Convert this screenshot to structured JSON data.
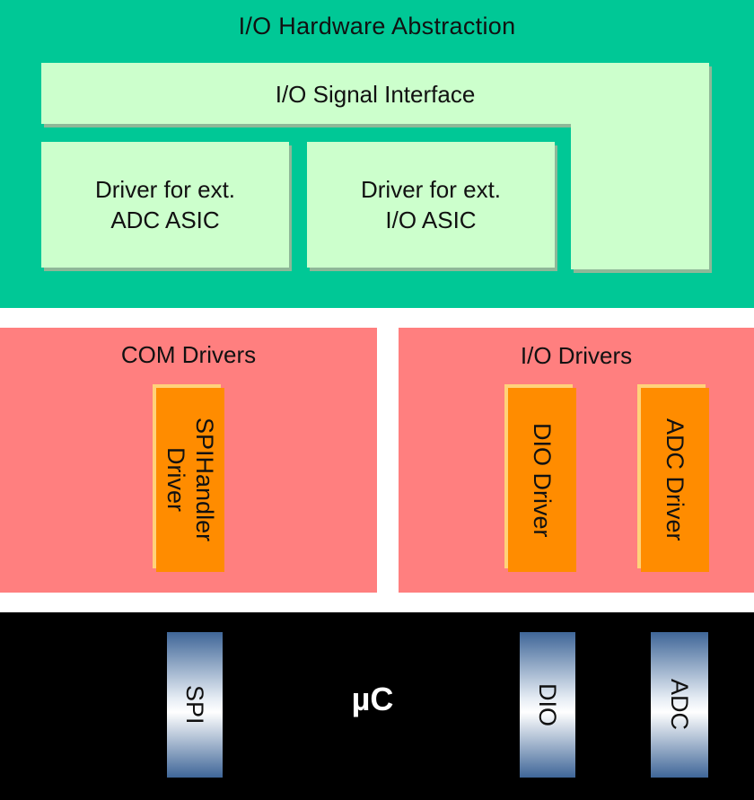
{
  "hw_abstraction": {
    "title": "I/O Hardware Abstraction",
    "signal_interface": "I/O Signal Interface",
    "driver_adc": {
      "line1": "Driver for ext.",
      "line2": "ADC ASIC"
    },
    "driver_io": {
      "line1": "Driver for ext.",
      "line2": "I/O ASIC"
    }
  },
  "com_drivers": {
    "title": "COM Drivers",
    "spi_handler": {
      "line1": "SPIHandler",
      "line2": "Driver"
    }
  },
  "io_drivers": {
    "title": "I/O Drivers",
    "dio": "DIO Driver",
    "adc": "ADC Driver"
  },
  "microcontroller": {
    "label": "µC",
    "peripherals": [
      "SPI",
      "DIO",
      "ADC"
    ]
  },
  "colors": {
    "hw_abstraction": "#00c896",
    "module_light": "#ccffcc",
    "driver_layer": "#ff7f7f",
    "driver_module": "#ff8c00",
    "microcontroller": "#000000",
    "peripheral": "#3f6698"
  }
}
